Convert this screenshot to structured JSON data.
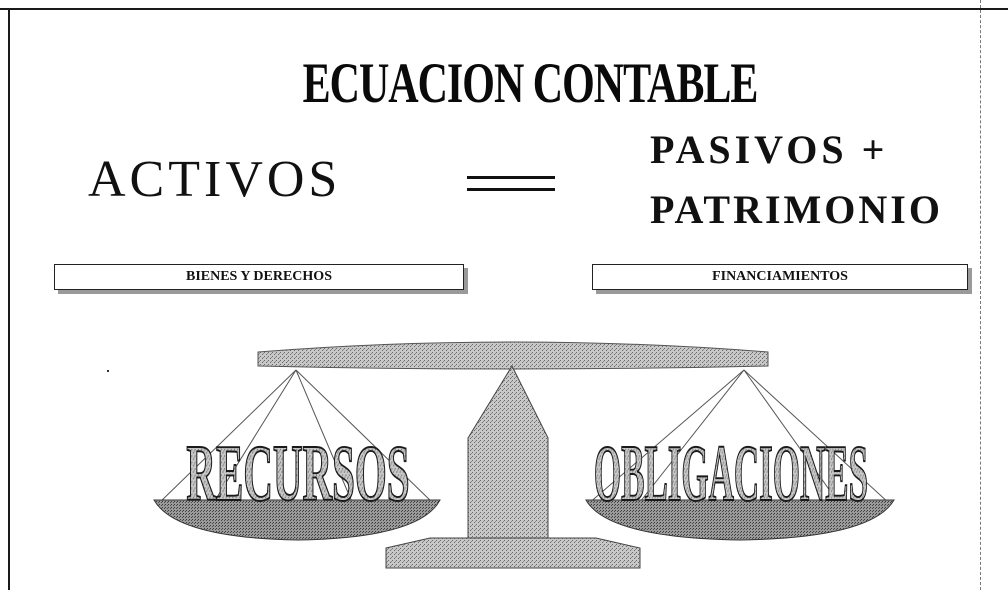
{
  "title": "ECUACION CONTABLE",
  "equation": {
    "left_term": "ACTIVOS",
    "right_term_line1": "PASIVOS +",
    "right_term_line2": "PATRIMONIO"
  },
  "labels": {
    "assets_label": "BIENES Y DERECHOS",
    "liabilities_label": "FINANCIAMIENTOS"
  },
  "scale": {
    "left_pan_text": "RECURSOS",
    "right_pan_text": "OBLIGACIONES"
  },
  "colors": {
    "ink": "#111111",
    "texture_gray": "#b5b5b5",
    "shadow_gray": "#9a9a9a"
  }
}
